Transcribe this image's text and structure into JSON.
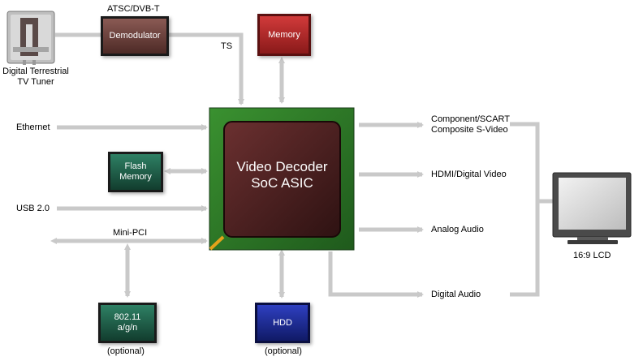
{
  "tuner": {
    "label_line1": "Digital Terrestrial",
    "label_line2": "TV Tuner"
  },
  "demodulator": {
    "standard": "ATSC/DVB-T",
    "label": "Demodulator"
  },
  "ts_label": "TS",
  "memory": {
    "label": "Memory"
  },
  "ethernet": {
    "label": "Ethernet"
  },
  "flash": {
    "line1": "Flash",
    "line2": "Memory"
  },
  "usb": {
    "label": "USB 2.0"
  },
  "minipci": {
    "label": "Mini-PCI"
  },
  "wifi": {
    "line1": "802.11",
    "line2": "a/g/n",
    "note": "(optional)"
  },
  "hdd": {
    "label": "HDD",
    "note": "(optional)"
  },
  "soc": {
    "line1": "Video Decoder",
    "line2": "SoC ASIC"
  },
  "outputs": {
    "component": {
      "line1": "Component/SCART",
      "line2": "Composite S-Video"
    },
    "hdmi": "HDMI/Digital Video",
    "analog": "Analog Audio",
    "digital": "Digital Audio"
  },
  "lcd": {
    "label": "16:9 LCD"
  },
  "colors": {
    "arrow": "#c9c9c9",
    "demod": "#6b3f3a",
    "memory": "#b42424",
    "green_box": "#1f5e48",
    "hdd": "#1c2a8f",
    "soc_outer": "#2f7a2a",
    "soc_inner": "#4a1f1f"
  }
}
